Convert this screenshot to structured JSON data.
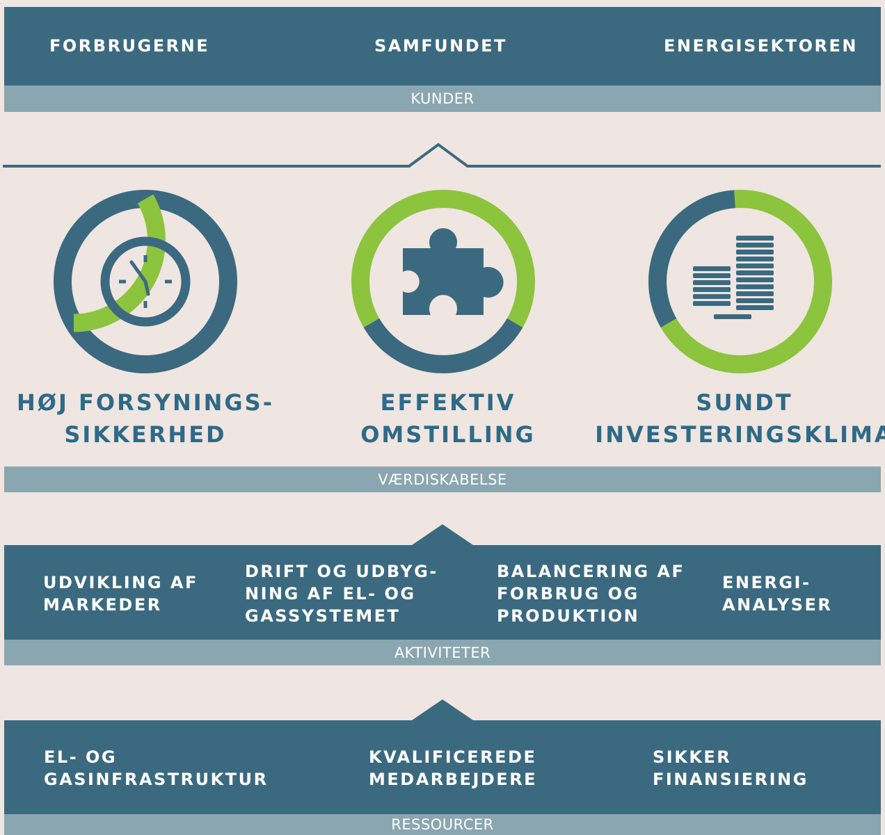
{
  "kunder": {
    "items": [
      "FORBRUGERNE",
      "SAMFUNDET",
      "ENERGISEKTOREN"
    ],
    "label": "KUNDER"
  },
  "vaerdi": {
    "items": [
      {
        "line1": "HØJ FORSYNINGS-",
        "line2": "SIKKERHED"
      },
      {
        "line1": "EFFEKTIV",
        "line2": "OMSTILLING"
      },
      {
        "line1": "SUNDT",
        "line2": "INVESTERINGSKLIMA"
      }
    ],
    "label": "VÆRDISKABELSE"
  },
  "aktiviteter": {
    "items": [
      {
        "line1": "UDVIKLING AF",
        "line2": "MARKEDER",
        "line3": ""
      },
      {
        "line1": "DRIFT OG UDBYG-",
        "line2": "NING AF EL- OG",
        "line3": "GASSYSTEMET"
      },
      {
        "line1": "BALANCERING AF",
        "line2": "FORBRUG OG",
        "line3": "PRODUKTION"
      },
      {
        "line1": "ENERGI-",
        "line2": "ANALYSER",
        "line3": ""
      }
    ],
    "label": "AKTIVITETER"
  },
  "ressourcer": {
    "items": [
      {
        "line1": "EL- OG",
        "line2": "GASINFRASTRUKTUR"
      },
      {
        "line1": "KVALIFICEREDE",
        "line2": "MEDARBEJDERE"
      },
      {
        "line1": "SIKKER",
        "line2": "FINANSIERING"
      }
    ],
    "label": "RESSOURCER"
  },
  "icons": [
    "clock-icon",
    "puzzle-piece-icon",
    "coin-stacks-icon"
  ],
  "colors": {
    "background": "#efe5e1",
    "band": "#3b6a80",
    "strip": "#8aa6b1",
    "green": "#8cc43e",
    "title_text": "#2e6a87"
  }
}
